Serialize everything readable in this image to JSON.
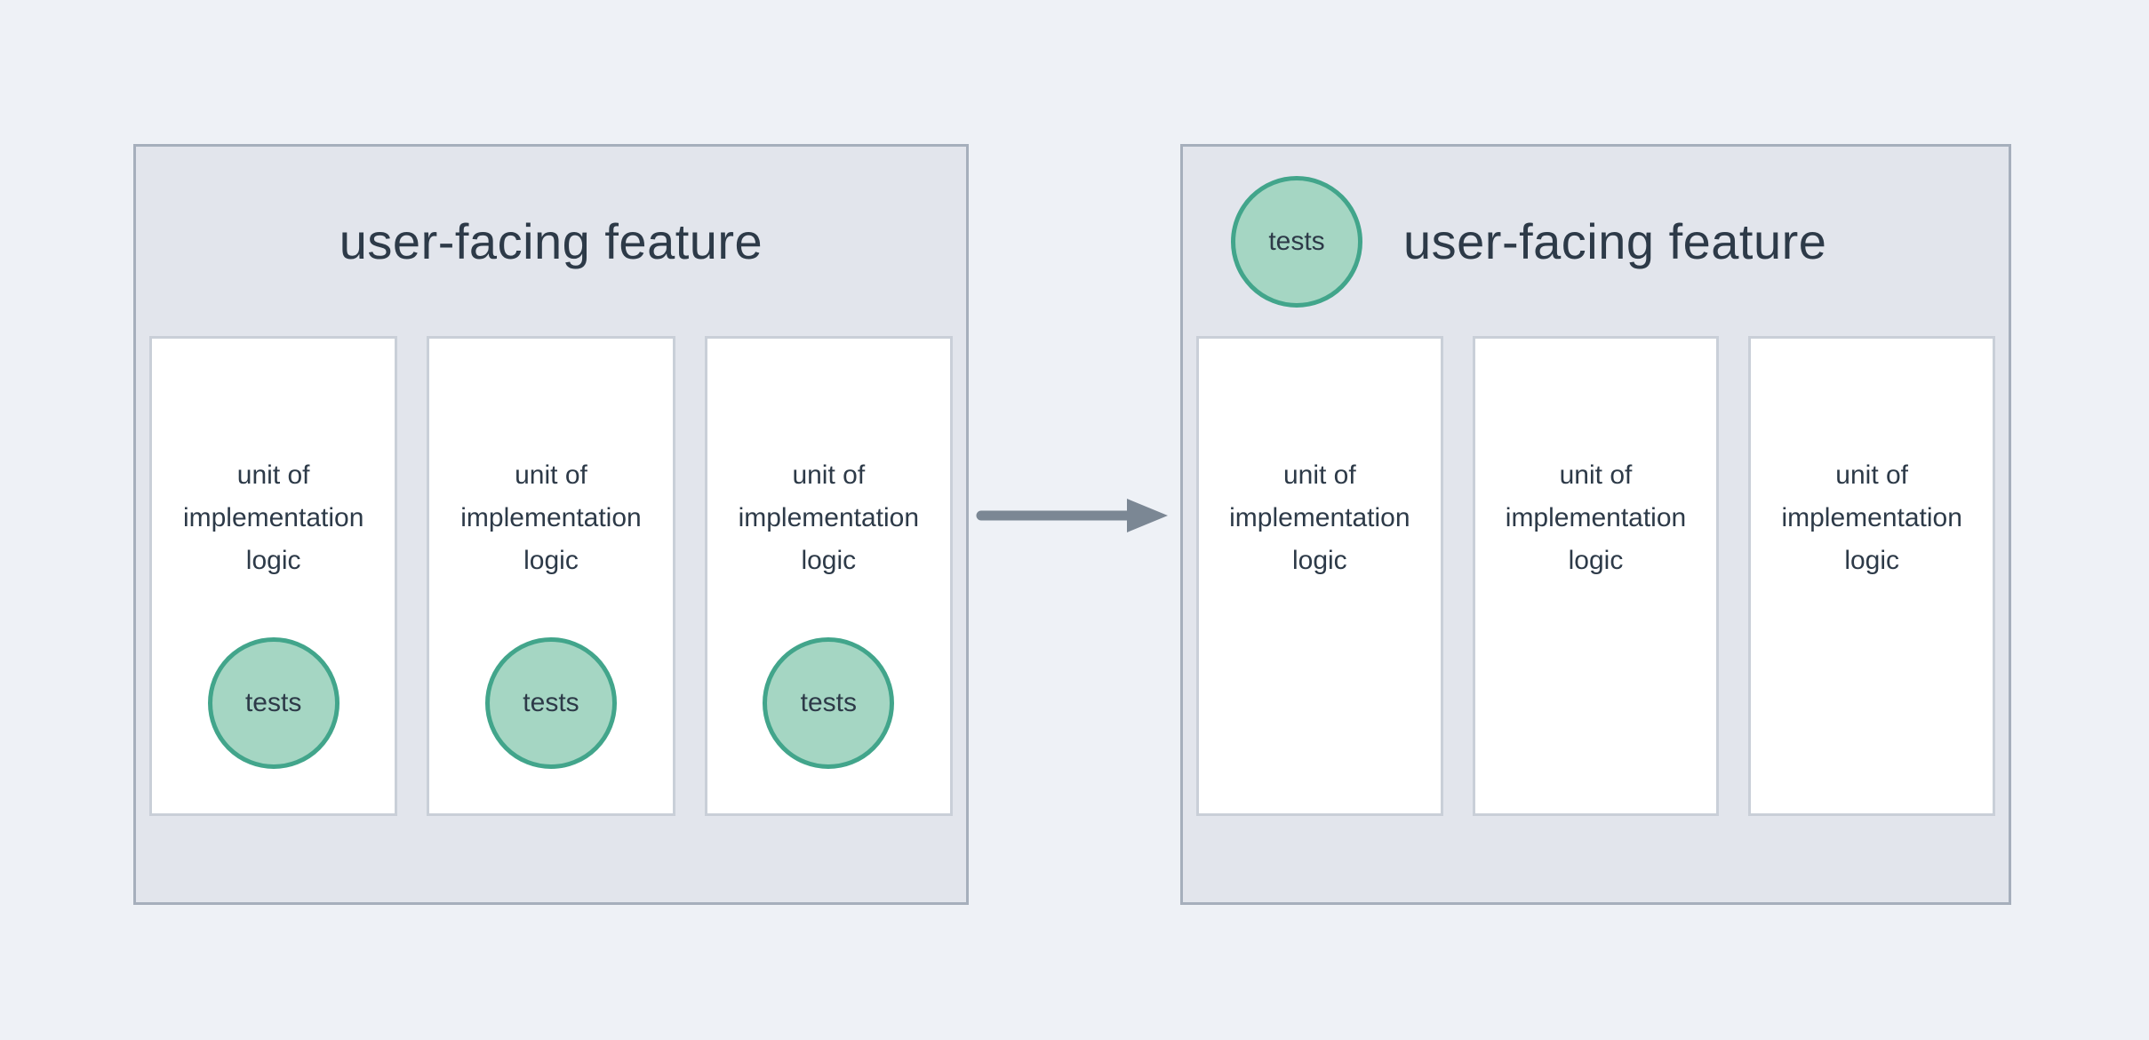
{
  "colors": {
    "page_bg": "#eef1f6",
    "panel_bg": "#e2e5ec",
    "panel_border": "#a6afbc",
    "box_border": "#c9cfd8",
    "circle_fill": "#a5d6c3",
    "circle_border": "#42a58b",
    "text": "#2d3a48",
    "arrow": "#7b8794"
  },
  "before_panel": {
    "title": "user-facing feature",
    "units": [
      {
        "label": "unit of\nimplementation\nlogic",
        "badge": "tests"
      },
      {
        "label": "unit of\nimplementation\nlogic",
        "badge": "tests"
      },
      {
        "label": "unit of\nimplementation\nlogic",
        "badge": "tests"
      }
    ]
  },
  "arrow": {
    "direction": "right"
  },
  "after_panel": {
    "title": "user-facing feature",
    "badge": "tests",
    "units": [
      {
        "label": "unit of\nimplementation\nlogic"
      },
      {
        "label": "unit of\nimplementation\nlogic"
      },
      {
        "label": "unit of\nimplementation\nlogic"
      }
    ]
  }
}
